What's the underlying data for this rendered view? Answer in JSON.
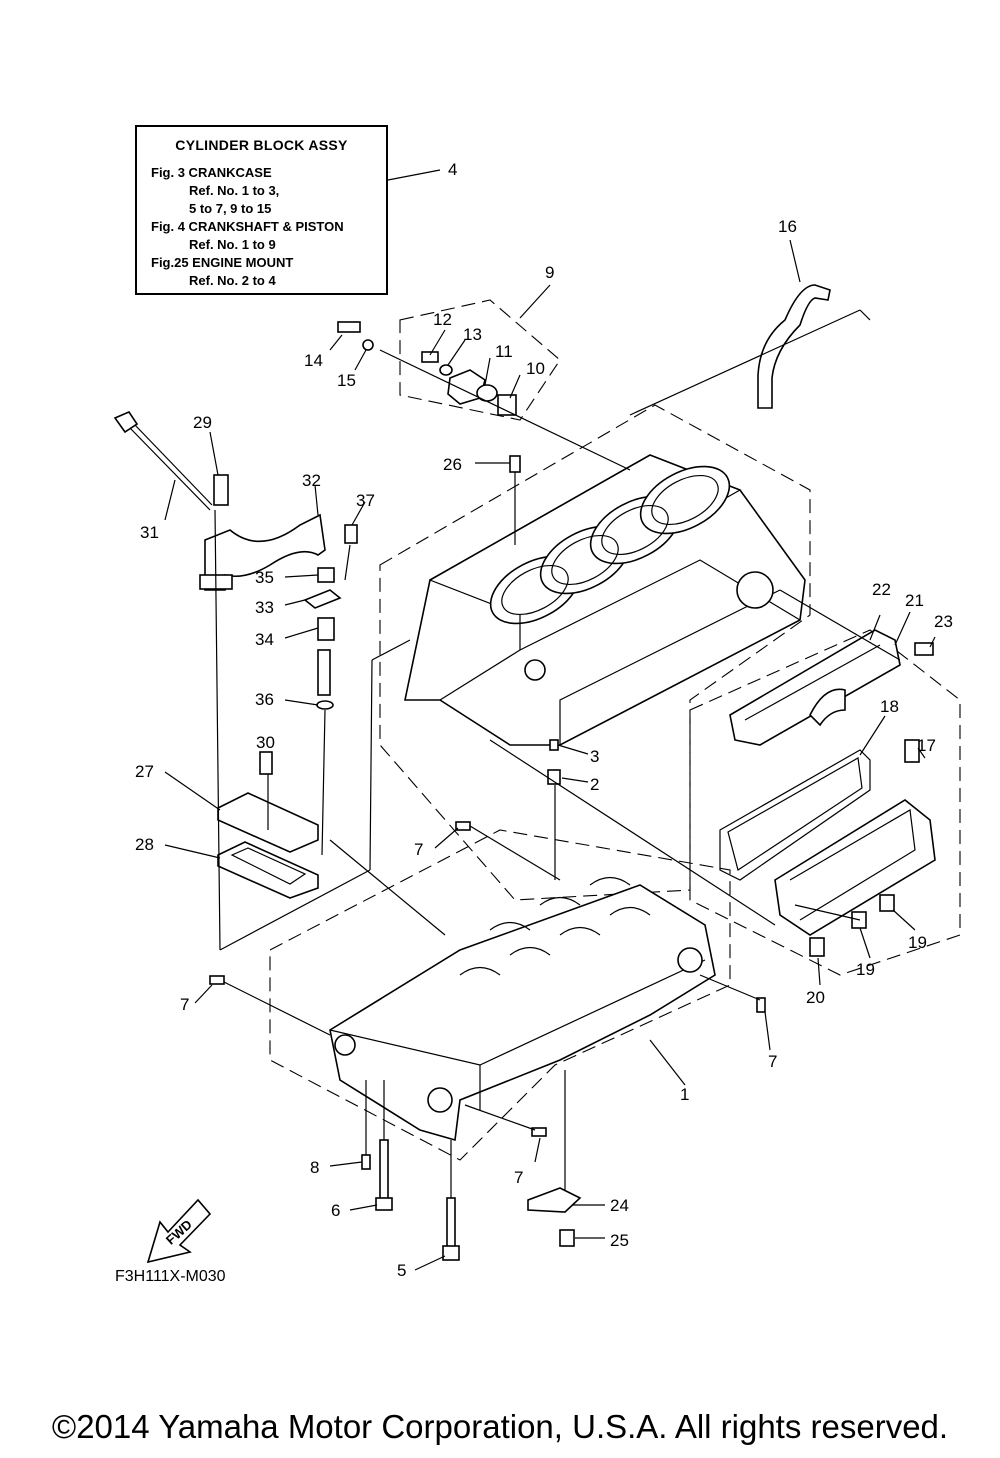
{
  "legend_box": {
    "title": "CYLINDER BLOCK ASSY",
    "lines": [
      "Fig.  3 CRANKCASE",
      "Ref. No. 1 to 3,",
      "5 to 7, 9 to 15",
      "Fig.  4 CRANKSHAFT & PISTON",
      "Ref. No. 1 to 9",
      "Fig.25 ENGINE MOUNT",
      "Ref. No. 2 to 4"
    ]
  },
  "fwd_arrow_label": "FWD",
  "figure_code": "F3H111X-M030",
  "copyright": "©2014 Yamaha Motor Corporation, U.S.A. All rights reserved.",
  "part_numbers": [
    "1",
    "2",
    "3",
    "4",
    "5",
    "6",
    "7",
    "7",
    "7",
    "7",
    "8",
    "9",
    "10",
    "11",
    "12",
    "13",
    "14",
    "15",
    "16",
    "17",
    "18",
    "19",
    "19",
    "20",
    "21",
    "22",
    "23",
    "24",
    "25",
    "26",
    "27",
    "28",
    "29",
    "30",
    "31",
    "32",
    "33",
    "34",
    "35",
    "36",
    "37"
  ]
}
